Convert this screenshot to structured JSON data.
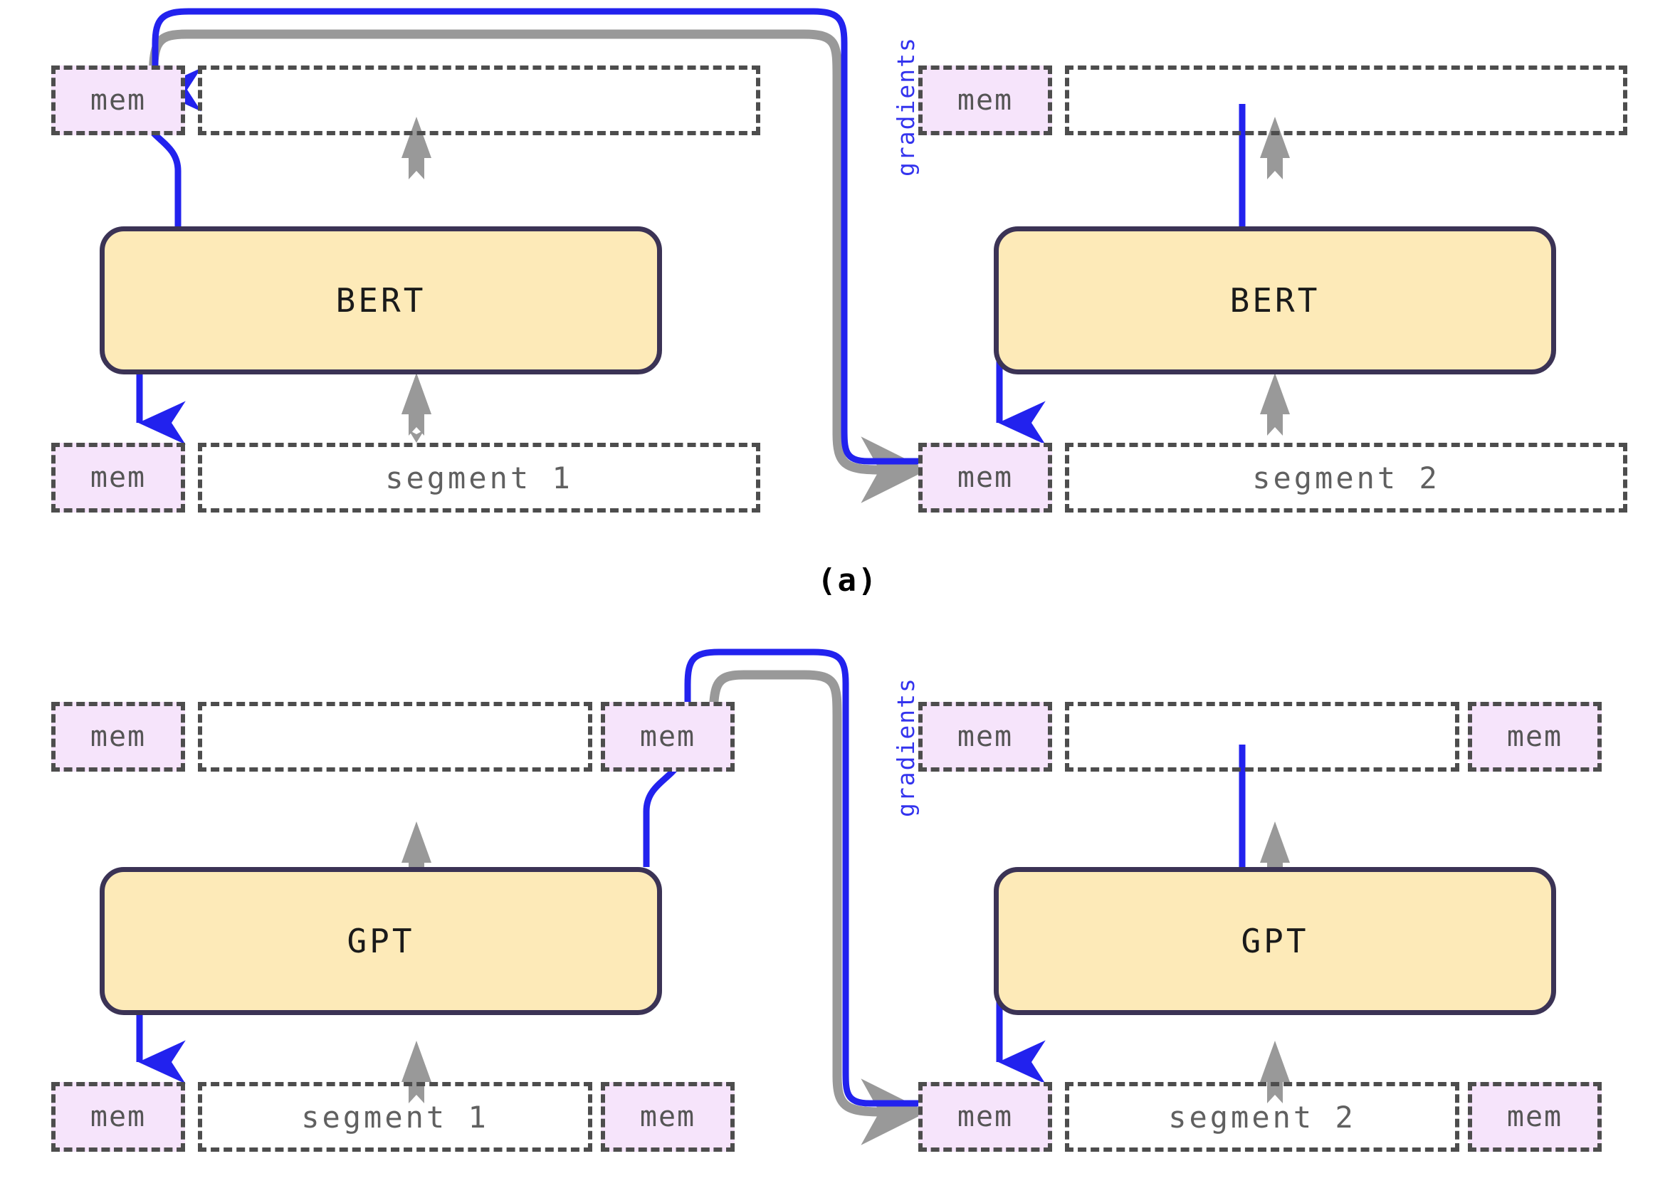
{
  "figure": {
    "type": "diagram",
    "description": "Recurrent Memory Transformer segment-level training diagram with BERT (panel a) and GPT (panel b) variants",
    "colors": {
      "memory_fill": "#f6e4fb",
      "dashed_border": "#4d4d4d",
      "model_fill": "#fdeab8",
      "model_border": "#3b3355",
      "gradient_flow": "#2222ee",
      "forward_flow": "#999999",
      "text_gray": "#606060",
      "background": "#ffffff"
    }
  },
  "panels": [
    {
      "id": "a",
      "caption": "(a)",
      "model_label": "BERT",
      "steps": [
        {
          "id": "bert-step-1",
          "output_cells": [
            {
              "kind": "mem",
              "label": "mem"
            },
            {
              "kind": "blank",
              "label": ""
            }
          ],
          "input_cells": [
            {
              "kind": "mem",
              "label": "mem"
            },
            {
              "kind": "segment",
              "label": "segment 1"
            }
          ]
        },
        {
          "id": "bert-step-2",
          "output_cells": [
            {
              "kind": "mem",
              "label": "mem"
            },
            {
              "kind": "blank",
              "label": ""
            }
          ],
          "input_cells": [
            {
              "kind": "mem",
              "label": "mem"
            },
            {
              "kind": "segment",
              "label": "segment 2"
            }
          ]
        }
      ],
      "gradient_label": "gradients"
    },
    {
      "id": "b",
      "caption": "",
      "model_label": "GPT",
      "steps": [
        {
          "id": "gpt-step-1",
          "output_cells": [
            {
              "kind": "mem",
              "label": "mem"
            },
            {
              "kind": "blank",
              "label": ""
            },
            {
              "kind": "mem",
              "label": "mem"
            }
          ],
          "input_cells": [
            {
              "kind": "mem",
              "label": "mem"
            },
            {
              "kind": "segment",
              "label": "segment 1"
            },
            {
              "kind": "mem",
              "label": "mem"
            }
          ]
        },
        {
          "id": "gpt-step-2",
          "output_cells": [
            {
              "kind": "mem",
              "label": "mem"
            },
            {
              "kind": "blank",
              "label": ""
            },
            {
              "kind": "mem",
              "label": "mem"
            }
          ],
          "input_cells": [
            {
              "kind": "mem",
              "label": "mem"
            },
            {
              "kind": "segment",
              "label": "segment 2"
            },
            {
              "kind": "mem",
              "label": "mem"
            }
          ]
        }
      ],
      "gradient_label": "gradients"
    }
  ]
}
